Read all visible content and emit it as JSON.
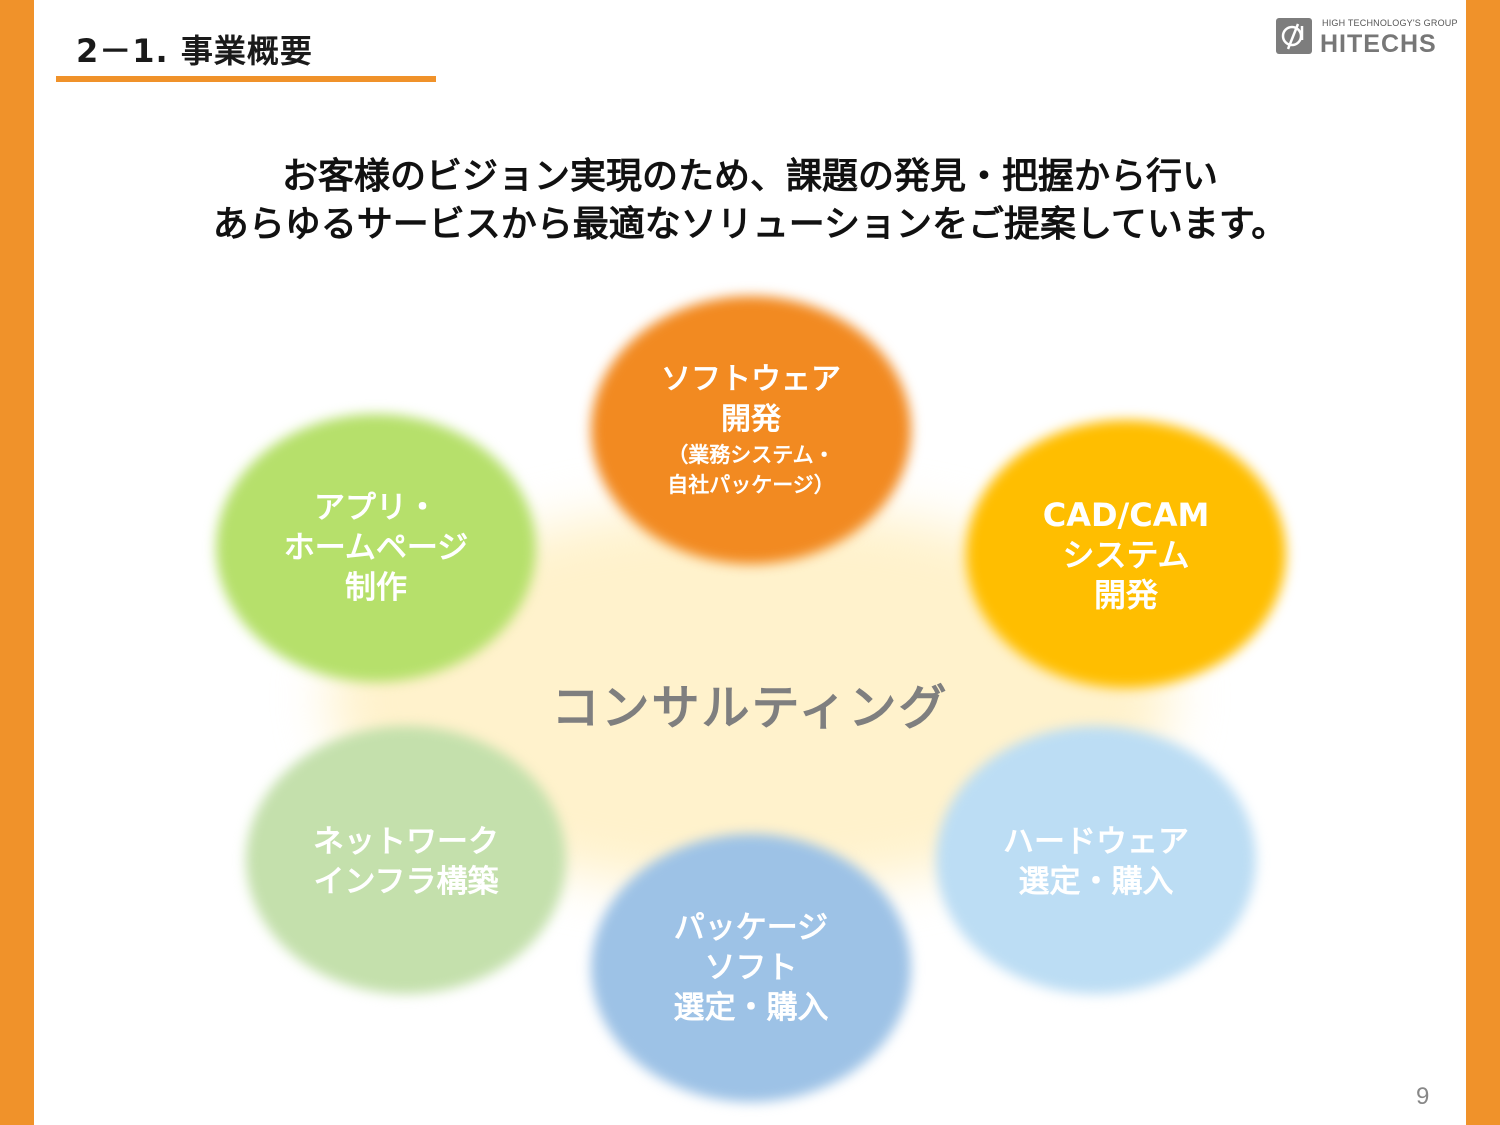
{
  "header": {
    "section_title": "2－1. 事業概要",
    "logo": {
      "tagline": "HIGH TECHNOLOGY'S GROUP",
      "name": "HITECHS",
      "icon": "hitechs-logo-icon"
    }
  },
  "headline": {
    "line1": "お客様のビジョン実現のため、課題の発見・把握から行い",
    "line2": "あらゆるサービスから最適なソリューションをご提案しています。"
  },
  "diagram": {
    "center": "コンサルティング",
    "services": {
      "software": {
        "title1": "ソフトウェア",
        "title2": "開発",
        "sub1": "（業務システム・",
        "sub2": "自社パッケージ）",
        "color": "#F28A21"
      },
      "app": {
        "line1": "アプリ・",
        "line2": "ホームページ",
        "line3": "制作",
        "color": "#B6E06B"
      },
      "cad": {
        "line1": "CAD/CAM",
        "line2": "システム",
        "line3": "開発",
        "color": "#FFBE00"
      },
      "network": {
        "line1": "ネットワーク",
        "line2": "インフラ構築",
        "color": "#C4E0AC"
      },
      "hardware": {
        "line1": "ハードウェア",
        "line2": "選定・購入",
        "color": "#BCDDF4"
      },
      "package": {
        "line1": "パッケージ",
        "line2": "ソフト",
        "line3": "選定・購入",
        "color": "#9DC2E6"
      }
    }
  },
  "footer": {
    "page_number": "9"
  },
  "colors": {
    "accent": "#F0922A",
    "center_glow": "#FFF2CC"
  }
}
